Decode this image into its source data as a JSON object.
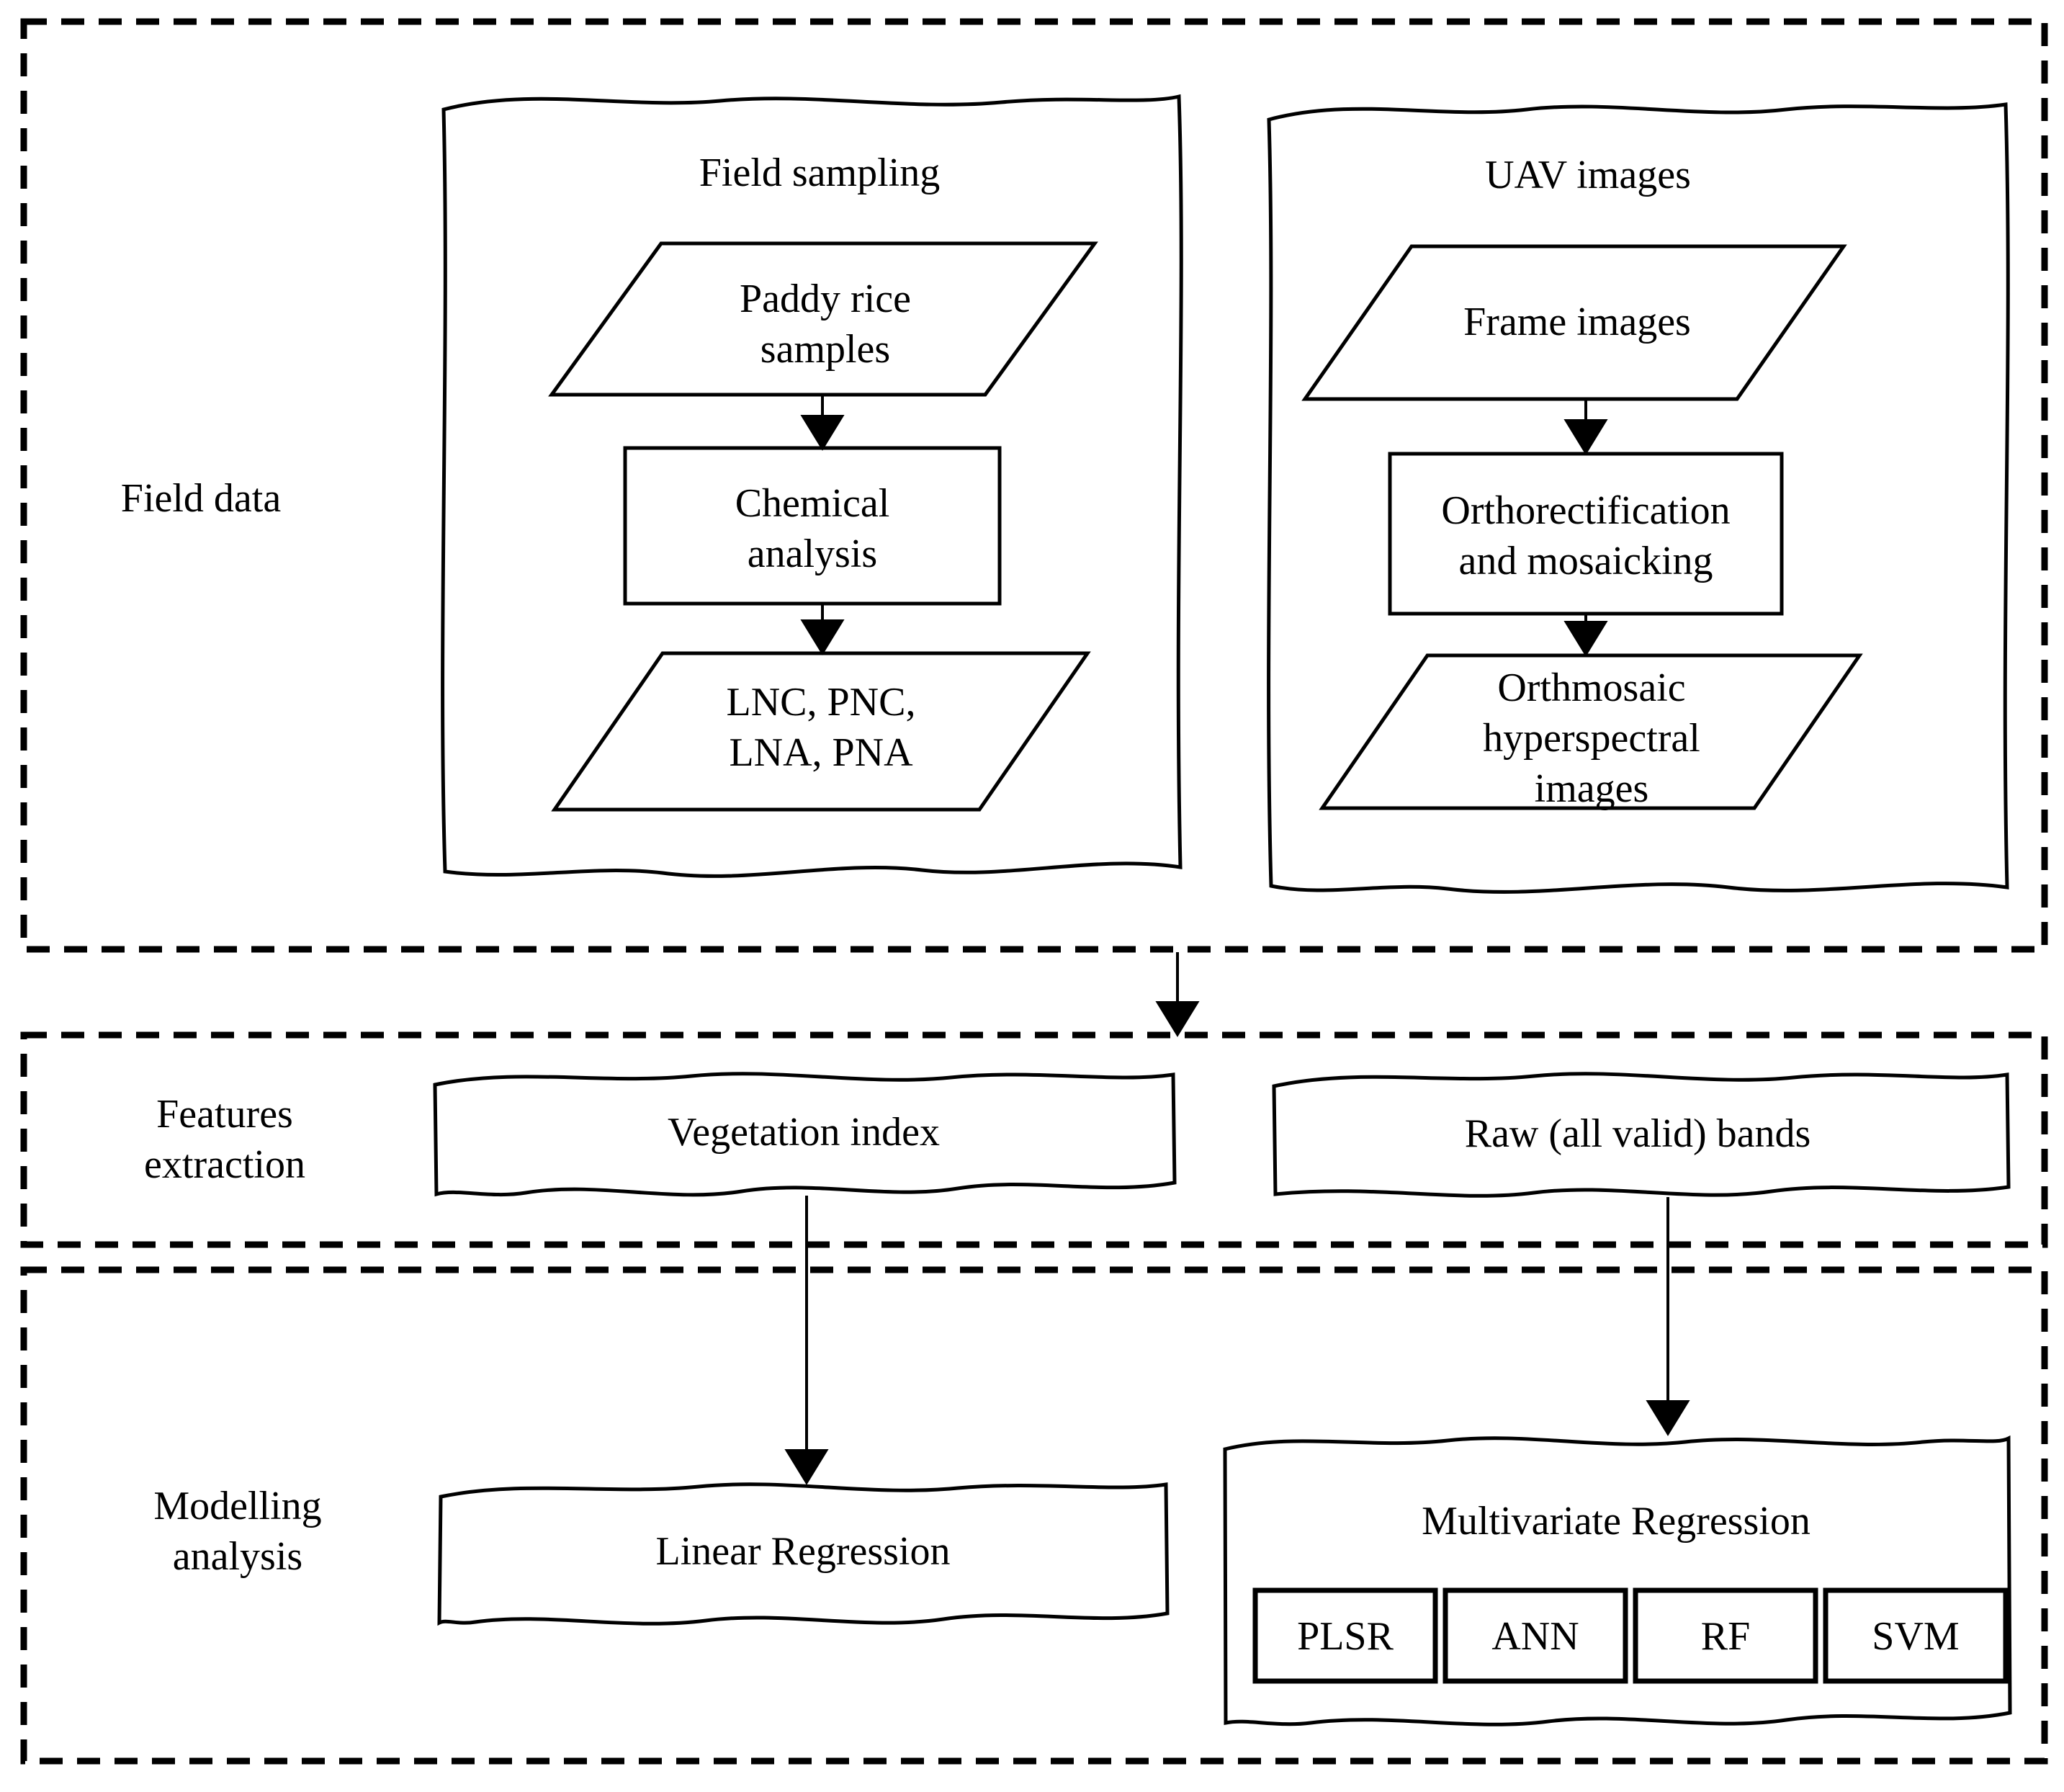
{
  "colors": {
    "ink": "#000000",
    "background": "#ffffff"
  },
  "sections": {
    "field_data": {
      "label": "Field data"
    },
    "features_extraction": {
      "label": "Features\nextraction"
    },
    "modelling_analysis": {
      "label": "Modelling\nanalysis"
    }
  },
  "field_sampling": {
    "title": "Field sampling",
    "paddy_rice_samples": "Paddy rice\nsamples",
    "chemical_analysis": "Chemical\nanalysis",
    "chemistry_outputs": "LNC, PNC,\nLNA, PNA"
  },
  "uav_images": {
    "title": "UAV images",
    "frame_images": "Frame images",
    "orthorectification": "Orthorectification\nand mosaicking",
    "orthomosaic": "Orthmosaic\nhyperspectral\nimages"
  },
  "features": {
    "vegetation_index": "Vegetation index",
    "raw_bands": "Raw (all valid) bands"
  },
  "modelling": {
    "linear_regression": "Linear Regression",
    "multivariate_regression": "Multivariate Regression",
    "methods": [
      "PLSR",
      "ANN",
      "RF",
      "SVM"
    ]
  }
}
